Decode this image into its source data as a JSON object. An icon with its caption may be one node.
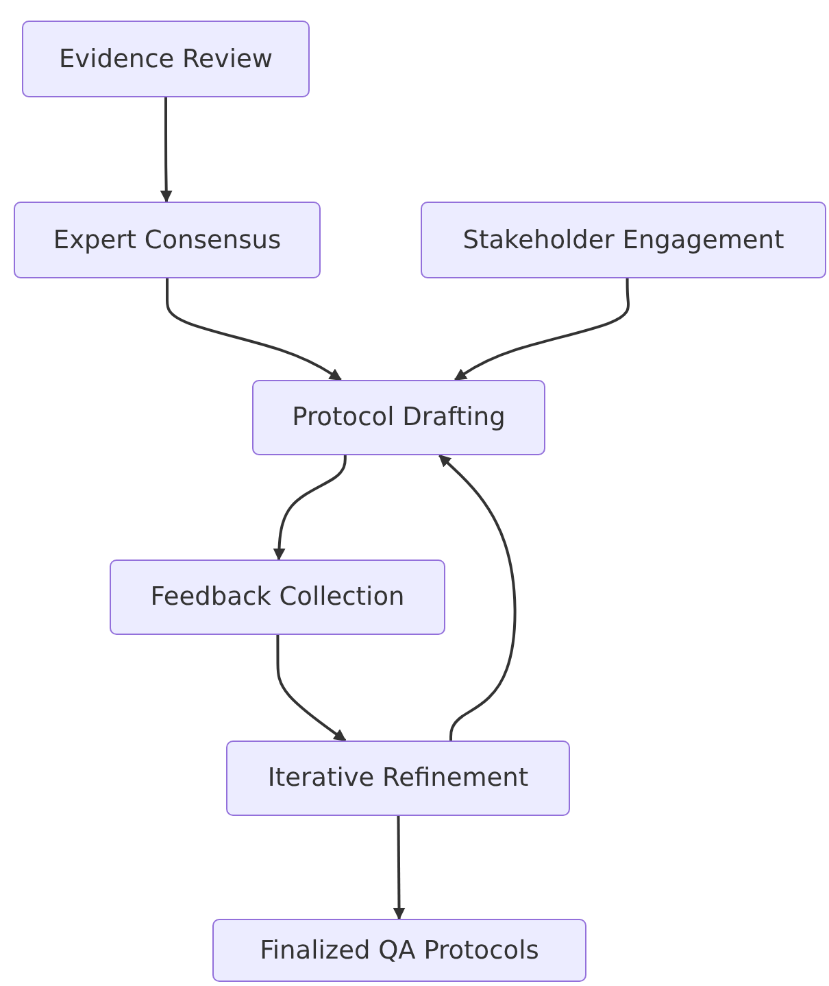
{
  "diagram": {
    "nodes": [
      {
        "text": [
          "Evidence Review"
        ]
      },
      {
        "text": [
          "Expert Consensus"
        ]
      },
      {
        "text": [
          "Stakeholder Engagement"
        ]
      },
      {
        "text": [
          "Protocol Drafting"
        ]
      },
      {
        "text": [
          "Feedback Collection"
        ]
      },
      {
        "text": [
          "Iterative Refinement"
        ]
      },
      {
        "text": [
          "Finalized QA Protocols"
        ]
      }
    ],
    "edges": [
      {
        "from": 0,
        "to": 1,
        "arrow": "to"
      },
      {
        "from": 1,
        "to": 3,
        "arrow": "to"
      },
      {
        "from": 2,
        "to": 3,
        "arrow": "to"
      },
      {
        "from": 3,
        "to": 4,
        "arrow": "to"
      },
      {
        "from": 4,
        "to": 5,
        "arrow": "to"
      },
      {
        "from": 5,
        "to": 3,
        "arrow": "to"
      },
      {
        "from": 5,
        "to": 6,
        "arrow": "to"
      }
    ]
  }
}
